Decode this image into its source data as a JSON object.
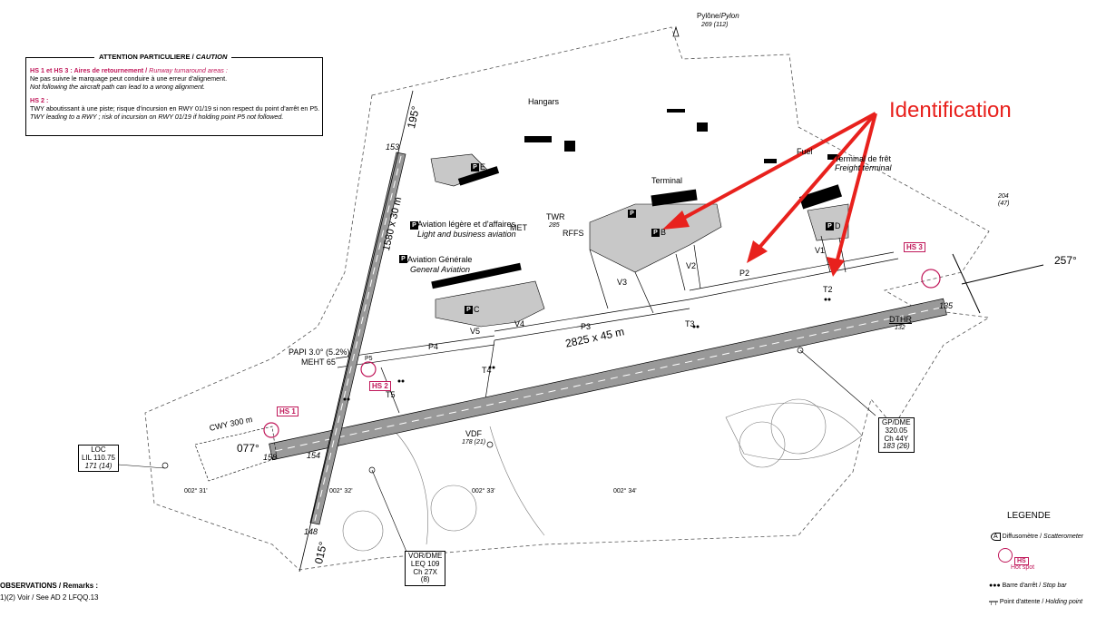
{
  "caution": {
    "title_fr": "ATTENTION PARTICULIERE /",
    "title_en": "CAUTION",
    "hs13_head_fr": "HS 1 et HS 3 : Aires de retournement /",
    "hs13_head_en": "Runway turnaround areas :",
    "hs13_line1": "Ne pas suivre le marquage peut conduire à une erreur d'alignement.",
    "hs13_line2": "Not following the aircraft path can lead to a wrong alignment.",
    "hs2_head": "HS 2 :",
    "hs2_line1": "TWY aboutissant à une piste; risque d'incursion en RWY 01/19 si non respect du point d'arrêt en P5.",
    "hs2_line2": "TWY leading to a RWY ; risk of incursion on RWY 01/19 if holding point P5 not followed."
  },
  "annotation": {
    "identification": "Identification"
  },
  "pylon": {
    "label_fr": "Pylône/",
    "label_en": "Pylon",
    "elev": "269 (112)"
  },
  "obstacle": {
    "elev": "204",
    "elev2": "(47)"
  },
  "buildings": {
    "hangars": "Hangars",
    "terminal": "Terminal",
    "fuel": "Fuel",
    "freight_fr": "Terminal de frêt",
    "freight_en": "Freight terminal",
    "light_fr": "Aviation légère et d'affaires",
    "light_en": "Light and business aviation",
    "ga_fr": "Aviation Générale",
    "ga_en": "General Aviation",
    "met": "MET",
    "twr": "TWR",
    "twr_elev": "285",
    "rffs": "RFFS"
  },
  "parking": {
    "pa": "E",
    "pb": "B",
    "pc": "C",
    "pd": "D"
  },
  "runways": {
    "main_dims": "2825 x 45 m",
    "cross_dims": "1580 x 30 m",
    "hdg_077": "077°",
    "hdg_257": "257°",
    "hdg_015": "015°",
    "hdg_195": "195°",
    "cwy": "CWY 300 m",
    "thr_158": "158",
    "thr_135": "135",
    "thr_153": "153",
    "thr_154": "154",
    "thr_148": "148",
    "dthr": "DTHR",
    "dthr_elev": "132"
  },
  "taxiways": [
    "V1",
    "V2",
    "V3",
    "V4",
    "V5",
    "P2",
    "P3",
    "P4",
    "P5",
    "T2",
    "T3",
    "T4",
    "T5"
  ],
  "hotspots": {
    "hs1": "HS 1",
    "hs2": "HS 2",
    "hs3": "HS 3"
  },
  "papi": {
    "line1": "PAPI 3.0° (5.2%)",
    "line2": "MEHT 65"
  },
  "navaids": {
    "loc_name": "LOC",
    "loc_freq": "LIL 110.75",
    "loc_elev": "171 (14)",
    "gp_name": "GP/DME",
    "gp_freq": "320.05",
    "gp_ch": "Ch 44Y",
    "gp_elev": "183 (26)",
    "vor_name": "VOR/DME",
    "vor_freq": "LEQ 109",
    "vor_ch": "Ch 27X",
    "vor_elev": "(8)",
    "vdf_name": "VDF",
    "vdf_elev": "178 (21)"
  },
  "grid": [
    "002° 31'",
    "002° 32'",
    "002° 33'",
    "002° 34'"
  ],
  "legend": {
    "title": "LEGENDE",
    "scatter_fr": "Diffusomètre /",
    "scatter_en": "Scatterometer",
    "hs_box": "HS",
    "hotspot": "Hot spot",
    "stopbar_fr": "Barre d'arrêt /",
    "stopbar_en": "Stop bar",
    "holding_fr": "Point d'attente /",
    "holding_en": "Holding point"
  },
  "remarks": {
    "title": "OBSERVATIONS / Remarks :",
    "line": "1)(2) Voir / See AD 2 LFQQ.13"
  },
  "colors": {
    "accent_red": "#e8211d",
    "hotspot": "#c0185a",
    "apron": "#c8c8c8"
  }
}
